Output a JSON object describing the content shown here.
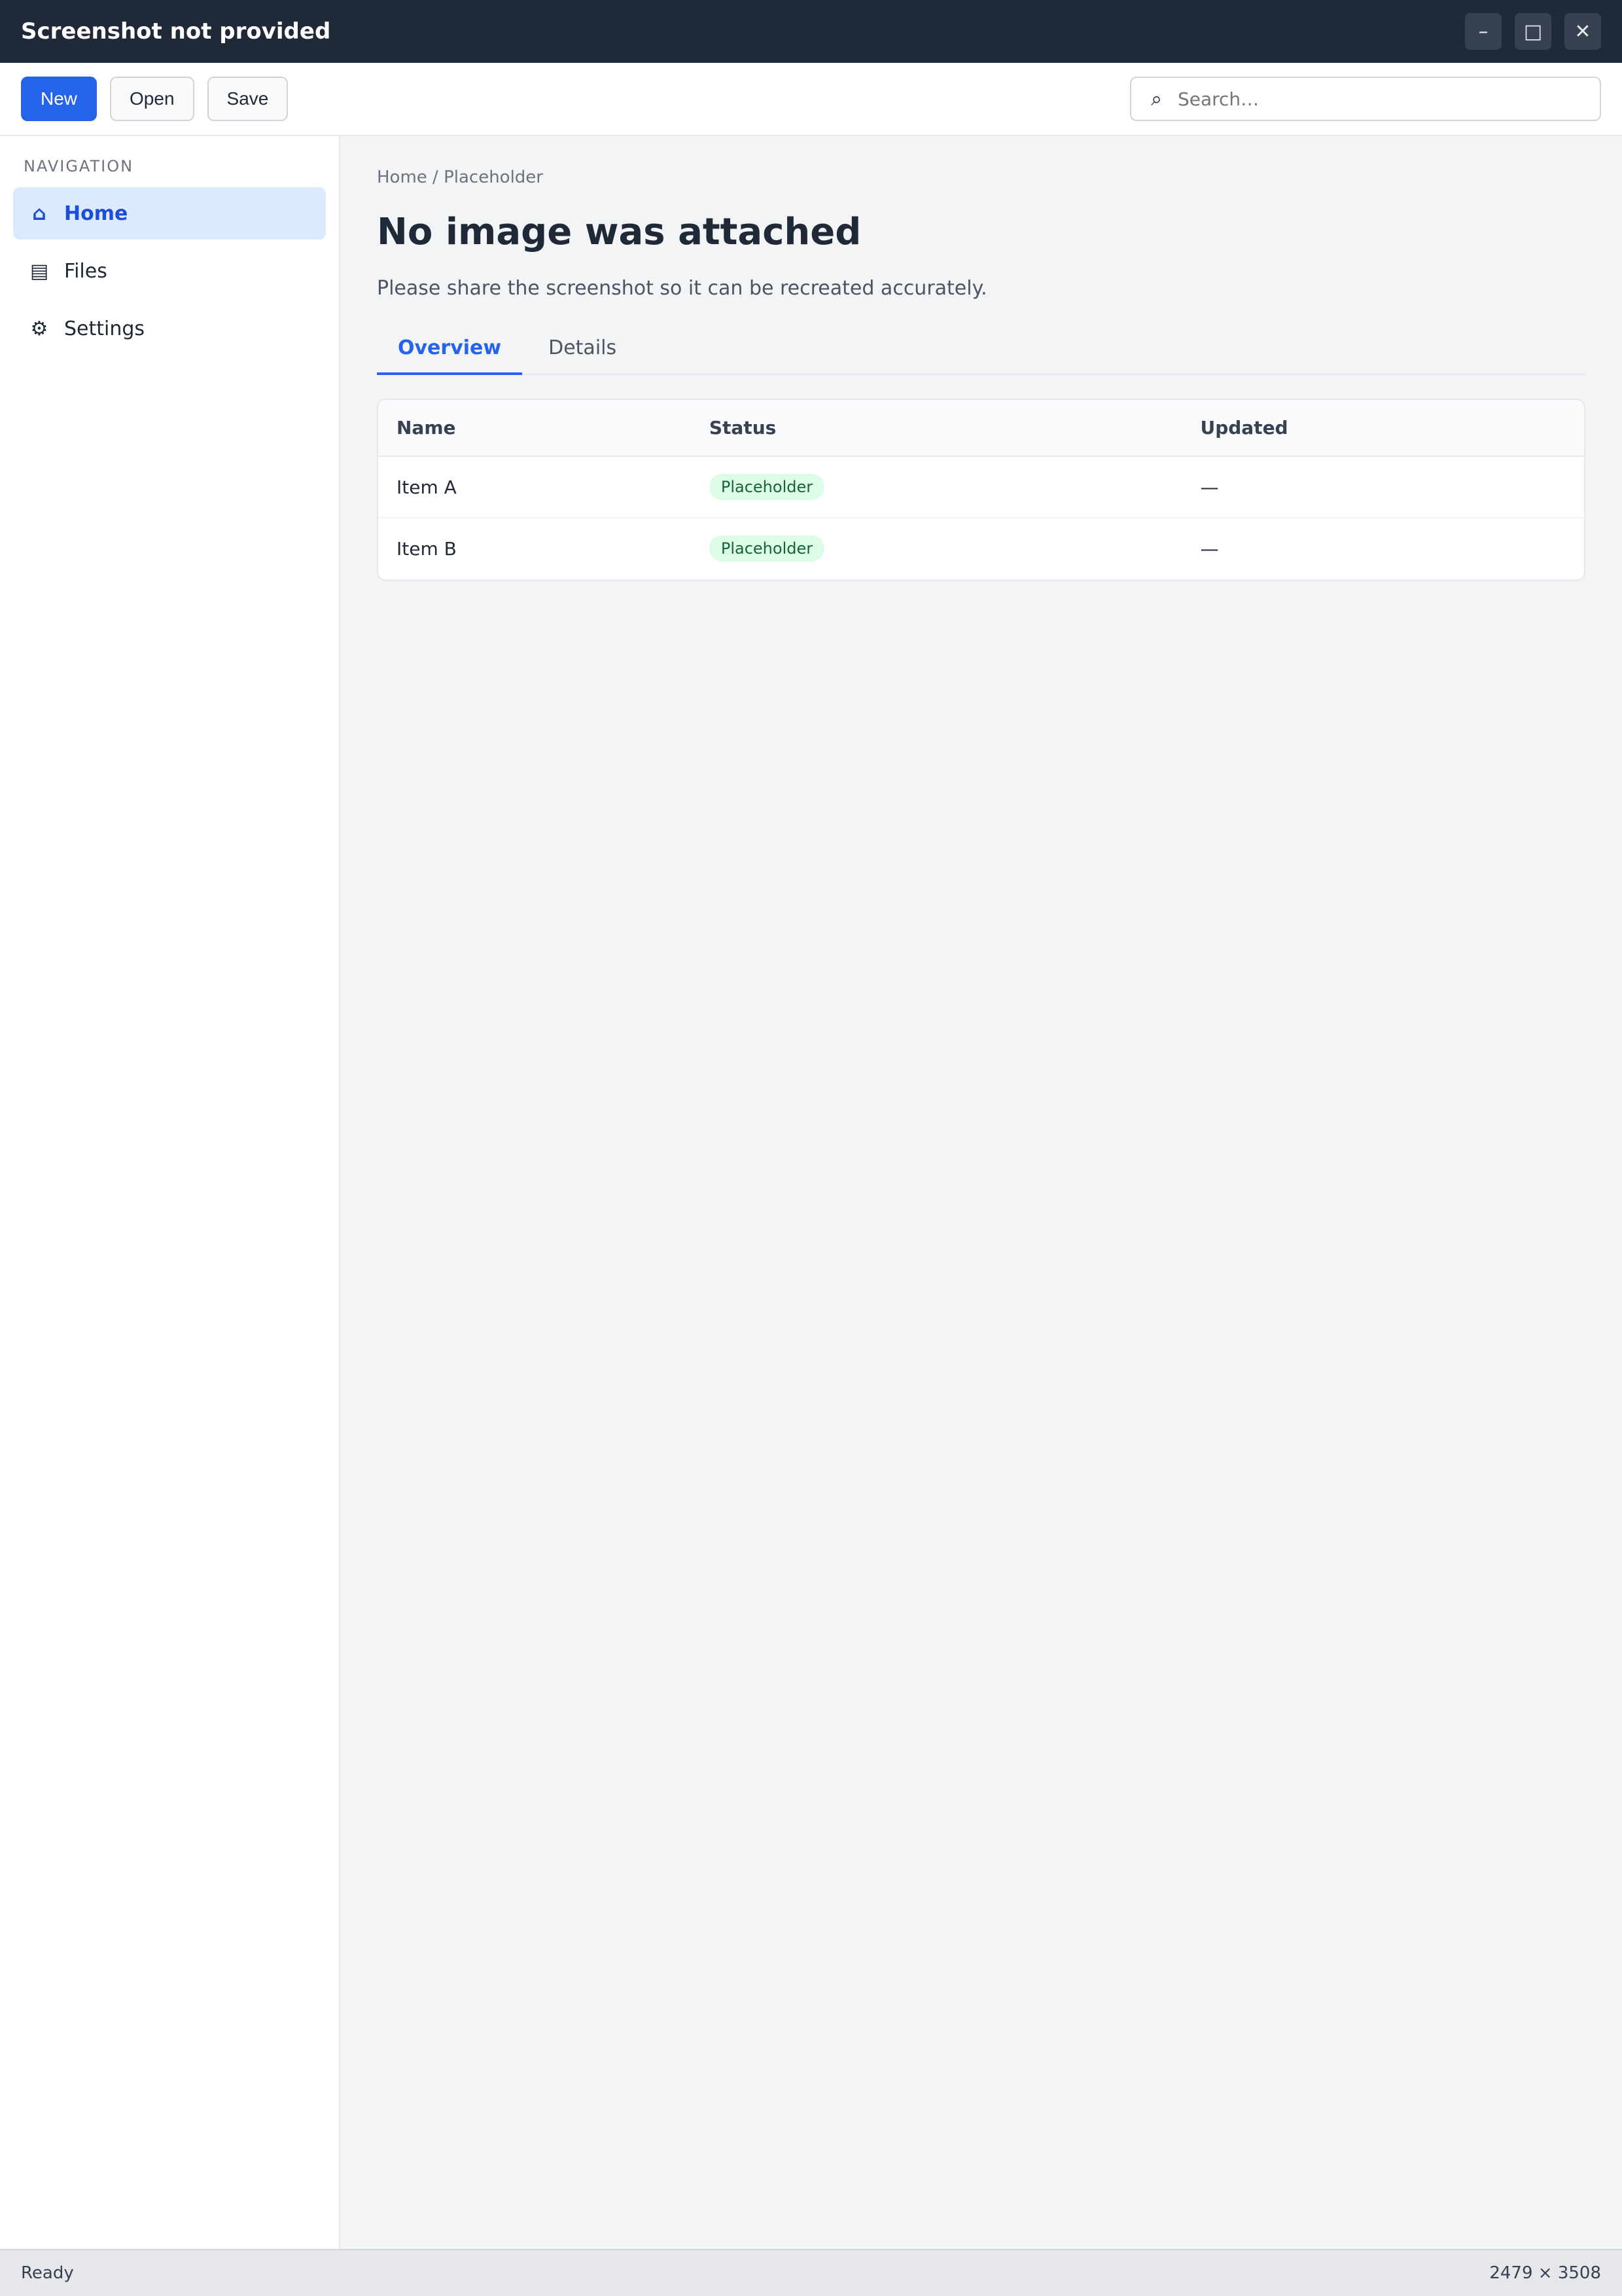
{
  "window": {
    "title": "Screenshot not provided",
    "controls": {
      "minimize": "–",
      "maximize": "□",
      "close": "✕"
    }
  },
  "toolbar": {
    "new_label": "New",
    "open_label": "Open",
    "save_label": "Save",
    "search_placeholder": "Search…"
  },
  "sidebar": {
    "heading": "Navigation",
    "items": [
      {
        "label": "Home",
        "icon": "⌂"
      },
      {
        "label": "Files",
        "icon": "▤"
      },
      {
        "label": "Settings",
        "icon": "⚙"
      }
    ]
  },
  "main": {
    "breadcrumb": "Home / Placeholder",
    "title": "No image was attached",
    "subtitle": "Please share the screenshot so it can be recreated accurately.",
    "tabs": [
      {
        "label": "Overview"
      },
      {
        "label": "Details"
      }
    ],
    "table": {
      "headers": [
        "Name",
        "Status",
        "Updated"
      ],
      "rows": [
        [
          "Item A",
          "Placeholder",
          "—"
        ],
        [
          "Item B",
          "Placeholder",
          "—"
        ]
      ]
    }
  },
  "status": {
    "left": "Ready",
    "right": "2479 × 3508"
  }
}
